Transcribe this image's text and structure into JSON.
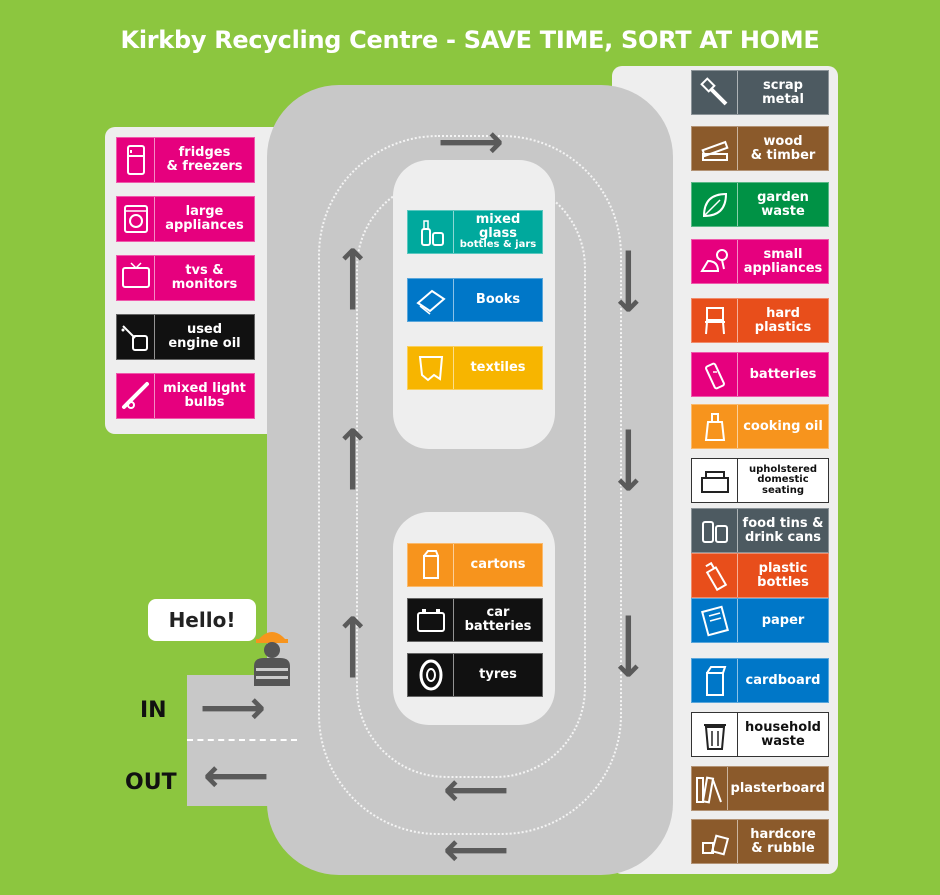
{
  "title": "Kirkby Recycling Centre - SAVE TIME, SORT AT HOME",
  "colors": {
    "background": "#8cc63f",
    "pink": "#e6007e",
    "black": "#111111",
    "teal": "#00a99d",
    "blue": "#0077c8",
    "yellow": "#f7b500",
    "orange": "#f7941d",
    "grey": "#4d5a61",
    "brown": "#8b5a2b",
    "green": "#009245",
    "red": "#e84e1b"
  },
  "labels": {
    "in": "IN",
    "out": "OUT",
    "hello": "Hello!"
  },
  "left_bins": [
    {
      "label": "fridges\n& freezers",
      "color": "pink",
      "icon": "fridge-icon"
    },
    {
      "label": "large\nappliances",
      "color": "pink",
      "icon": "washing-machine-icon"
    },
    {
      "label": "tvs &\nmonitors",
      "color": "pink",
      "icon": "tv-icon"
    },
    {
      "label": "used\nengine oil",
      "color": "black",
      "icon": "oil-can-icon"
    },
    {
      "label": "mixed light\nbulbs",
      "color": "pink",
      "icon": "light-bulb-icon"
    }
  ],
  "upper_island_bins": [
    {
      "label": "mixed glass",
      "sublabel": "bottles & jars",
      "color": "teal",
      "icon": "glass-bottles-icon"
    },
    {
      "label": "Books",
      "sublabel": "",
      "color": "blue",
      "icon": "book-icon"
    },
    {
      "label": "textiles",
      "sublabel": "",
      "color": "yellow",
      "icon": "textiles-icon"
    }
  ],
  "lower_island_bins": [
    {
      "label": "cartons",
      "color": "orange",
      "icon": "carton-icon"
    },
    {
      "label": "car\nbatteries",
      "color": "black",
      "icon": "car-battery-icon"
    },
    {
      "label": "tyres",
      "color": "black",
      "icon": "tyre-icon"
    }
  ],
  "right_bins": [
    {
      "label": "scrap metal",
      "color": "grey",
      "icon": "bolt-icon",
      "style": "normal"
    },
    {
      "label": "wood\n& timber",
      "color": "brown",
      "icon": "wood-icon",
      "style": "normal"
    },
    {
      "label": "garden\nwaste",
      "color": "green",
      "icon": "leaf-icon",
      "style": "normal"
    },
    {
      "label": "small\nappliances",
      "color": "pink",
      "icon": "iron-hairdryer-icon",
      "style": "normal"
    },
    {
      "label": "hard plastics",
      "color": "red",
      "icon": "plastic-chair-icon",
      "style": "normal"
    },
    {
      "label": "batteries",
      "color": "pink",
      "icon": "battery-icon",
      "style": "normal"
    },
    {
      "label": "cooking oil",
      "color": "orange",
      "icon": "oil-bottle-icon",
      "style": "normal"
    },
    {
      "label": "upholstered\ndomestic seating",
      "color": "white",
      "icon": "sofa-icon",
      "style": "outline"
    },
    {
      "label": "food tins &\ndrink cans",
      "color": "grey",
      "icon": "tin-cans-icon",
      "style": "normal"
    },
    {
      "label": "plastic bottles",
      "color": "red",
      "icon": "plastic-bottle-icon",
      "style": "normal"
    },
    {
      "label": "paper",
      "color": "blue",
      "icon": "paper-icon",
      "style": "normal"
    },
    {
      "label": "cardboard",
      "color": "blue",
      "icon": "cardboard-icon",
      "style": "normal"
    },
    {
      "label": "household\nwaste",
      "color": "white",
      "icon": "bin-icon",
      "style": "outline"
    },
    {
      "label": "plasterboard",
      "color": "brown",
      "icon": "plasterboard-icon",
      "style": "normal"
    },
    {
      "label": "hardcore\n& rubble",
      "color": "brown",
      "icon": "rubble-icon",
      "style": "normal"
    }
  ]
}
